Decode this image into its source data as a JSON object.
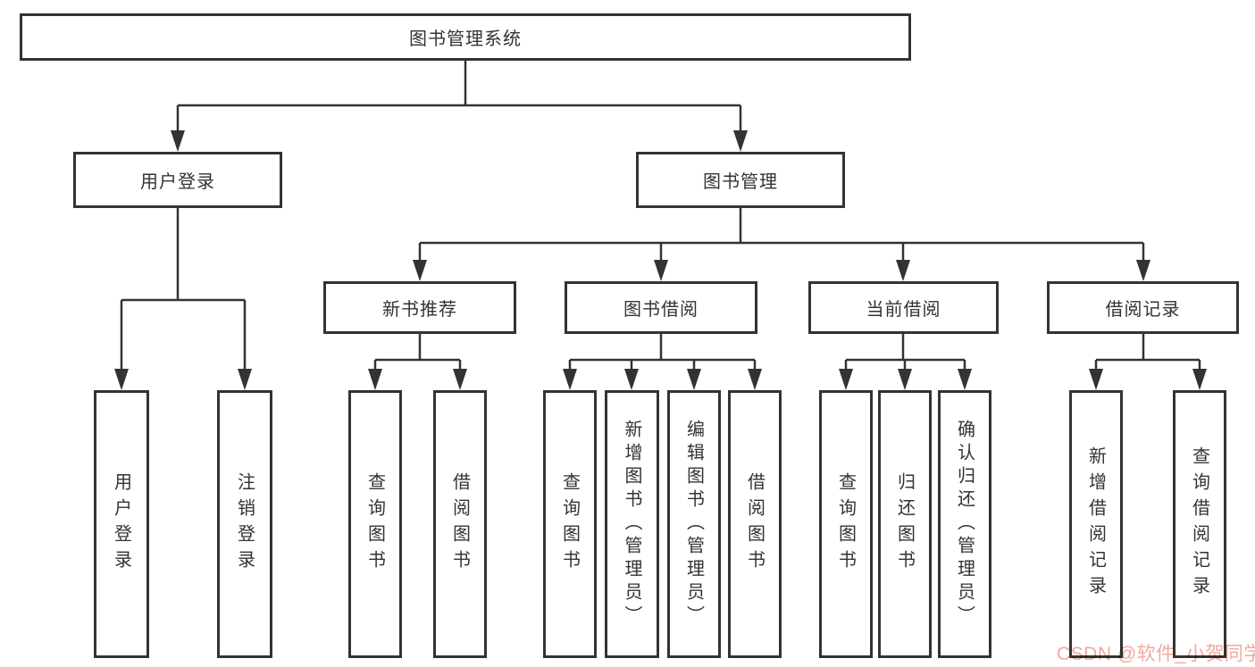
{
  "diagram": {
    "root": {
      "label": "图书管理系统"
    },
    "tree": [
      {
        "label": "用户登录",
        "children": [
          {
            "label": "用户登录"
          },
          {
            "label": "注销登录"
          }
        ]
      },
      {
        "label": "图书管理",
        "children": [
          {
            "label": "新书推荐",
            "children": [
              {
                "label": "查询图书"
              },
              {
                "label": "借阅图书"
              }
            ]
          },
          {
            "label": "图书借阅",
            "children": [
              {
                "label": "查询图书"
              },
              {
                "label": "新增图书（管理员）"
              },
              {
                "label": "编辑图书（管理员）"
              },
              {
                "label": "借阅图书"
              }
            ]
          },
          {
            "label": "当前借阅",
            "children": [
              {
                "label": "查询图书"
              },
              {
                "label": "归还图书"
              },
              {
                "label": "确认归还（管理员）"
              }
            ]
          },
          {
            "label": "借阅记录",
            "children": [
              {
                "label": "新增借阅记录"
              },
              {
                "label": "查询借阅记录"
              }
            ]
          }
        ]
      }
    ],
    "colors": {
      "line": "#333333",
      "text": "#333333",
      "background": "#ffffff",
      "watermark": "#f0a89e"
    },
    "watermark": "CSDN @软件_小贺同学"
  }
}
